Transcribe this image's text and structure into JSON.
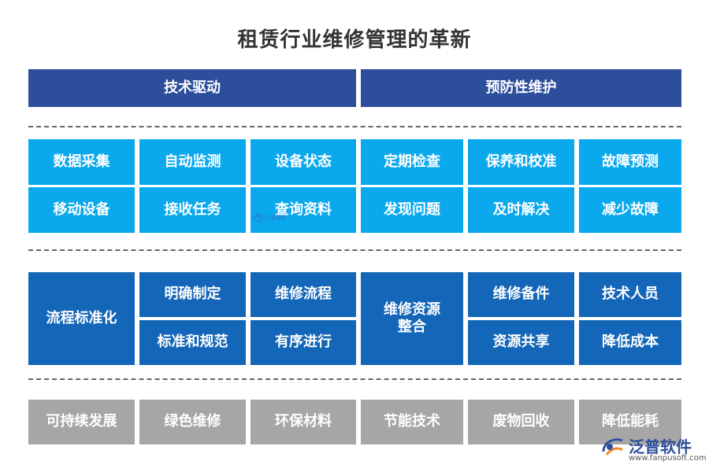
{
  "title": "租赁行业维修管理的革新",
  "headers": [
    "技术驱动",
    "预防性维护"
  ],
  "section1": {
    "row1": [
      "数据采集",
      "自动监测",
      "设备状态",
      "定期检查",
      "保养和校准",
      "故障预测"
    ],
    "row2": [
      "移动设备",
      "接收任务",
      "查询资料",
      "发现问题",
      "及时解决",
      "减少故障"
    ]
  },
  "section2": {
    "left_big": "流程标准化",
    "left_items": [
      "明确制定",
      "维修流程",
      "标准和规范",
      "有序进行"
    ],
    "right_big": "维修资源整合",
    "right_items": [
      "维修备件",
      "技术人员",
      "资源共享",
      "降低成本"
    ]
  },
  "section3": [
    "可持续发展",
    "绿色维修",
    "环保材料",
    "节能技术",
    "废物回收",
    "降低能耗"
  ],
  "logo": {
    "name": "泛普软件",
    "url": "www.fanpusoft.com"
  },
  "watermark": "泛普软件",
  "colors": {
    "header": "#2d4e9b",
    "cyan": "#0aa9ee",
    "blue": "#1466b8",
    "gray": "#a6a6a6",
    "title": "#333333"
  }
}
